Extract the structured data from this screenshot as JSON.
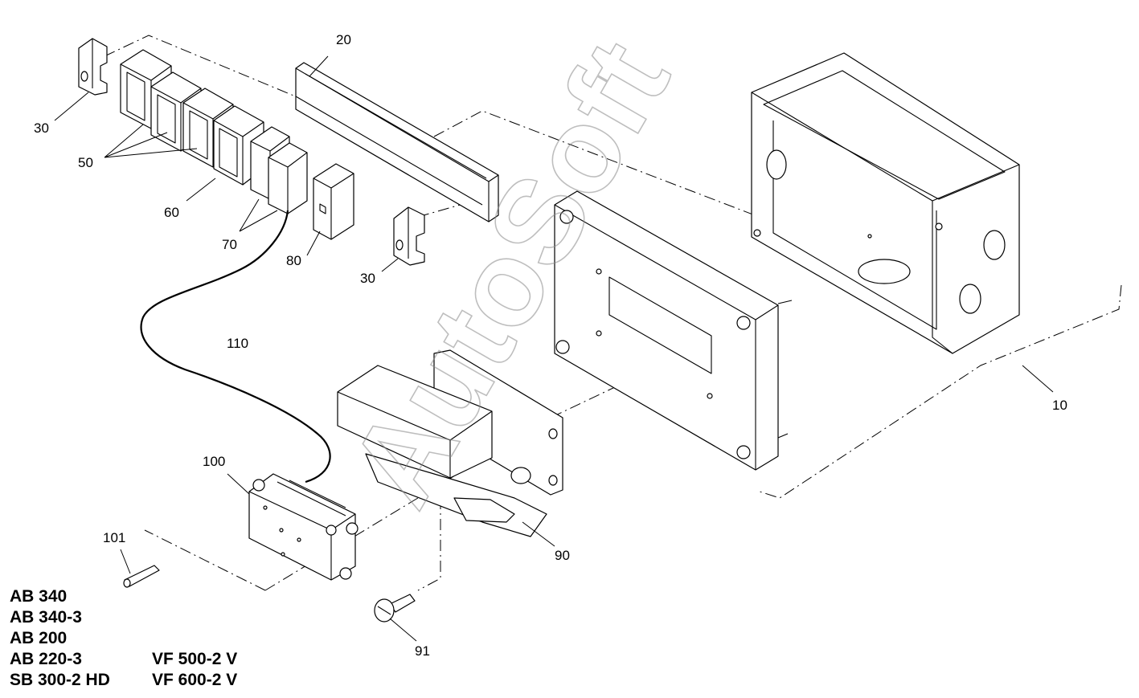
{
  "watermark": "AutoSoft",
  "callouts": {
    "c10": "10",
    "c20": "20",
    "c30a": "30",
    "c30b": "30",
    "c50": "50",
    "c60": "60",
    "c70": "70",
    "c80": "80",
    "c90": "90",
    "c91": "91",
    "c100": "100",
    "c101": "101",
    "c110": "110"
  },
  "models": {
    "left": [
      "AB 340",
      "AB 340-3",
      "AB 200",
      "AB 220-3",
      "SB 300-2 HD"
    ],
    "right": [
      "VF 500-2 V",
      "VF 600-2 V"
    ]
  }
}
